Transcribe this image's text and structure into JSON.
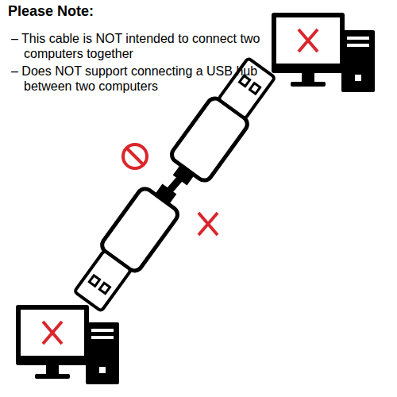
{
  "diagram": {
    "title": "Please Note:",
    "labels": [
      "– This cable is NOT intended to connect two computers together",
      "– Does NOT support connecting a USB hub between two computers"
    ]
  }
}
